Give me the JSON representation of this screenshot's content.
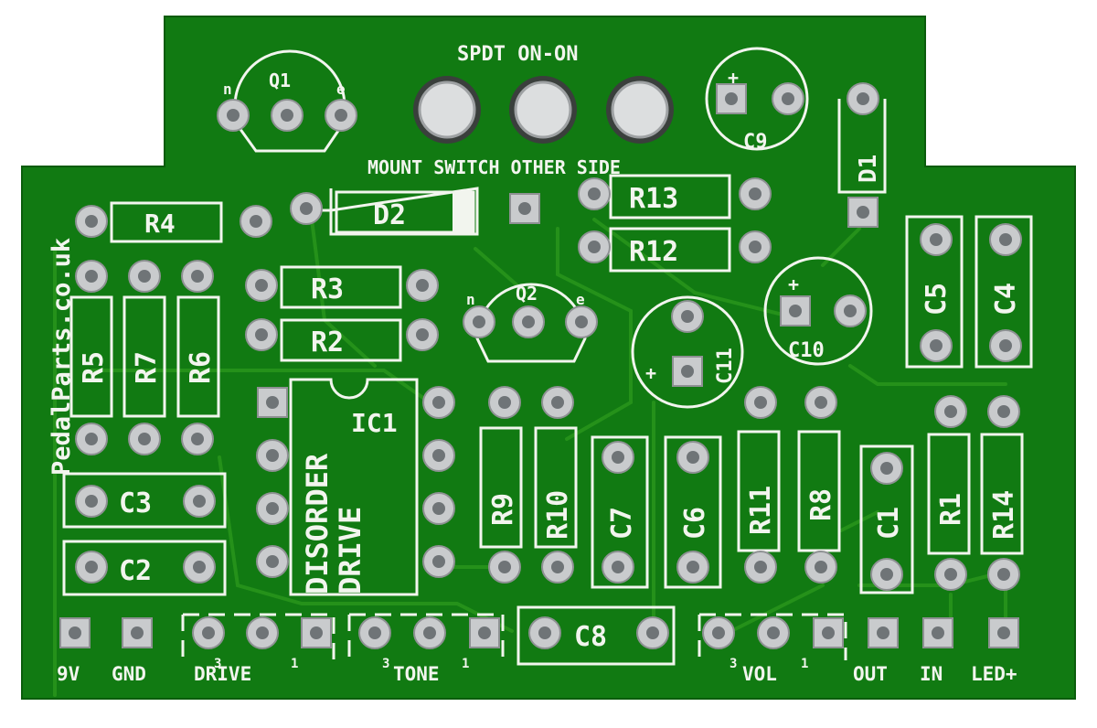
{
  "board": {
    "colors": {
      "soldermask": "#117a12",
      "silkscreen": "#f2f5ee",
      "pad": "#c9cbcd",
      "trace": "#2c9a1e"
    },
    "url_text": "PedalParts.co.uk",
    "switch_label": "SPDT ON-ON",
    "switch_note": "MOUNT SWITCH OTHER SIDE",
    "ic_label": "IC1",
    "ic_text_line1": "DISORDER",
    "ic_text_line2": "DRIVE",
    "labels": {
      "Q1": "Q1",
      "Q2": "Q2",
      "D1": "D1",
      "D2": "D2",
      "R1": "R1",
      "R2": "R2",
      "R3": "R3",
      "R4": "R4",
      "R5": "R5",
      "R6": "R6",
      "R7": "R7",
      "R8": "R8",
      "R9": "R9",
      "R10": "R10",
      "R11": "R11",
      "R12": "R12",
      "R13": "R13",
      "R14": "R14",
      "C1": "C1",
      "C2": "C2",
      "C3": "C3",
      "C4": "C4",
      "C5": "C5",
      "C6": "C6",
      "C7": "C7",
      "C8": "C8",
      "C9": "C9",
      "C10": "C10",
      "C11": "C11",
      "n": "n",
      "e": "e",
      "plus": "+",
      "pin3": "3",
      "pin1": "1"
    },
    "connectors": {
      "9v": "9V",
      "gnd": "GND",
      "drive": "DRIVE",
      "tone": "TONE",
      "vol": "VOL",
      "out": "OUT",
      "in": "IN",
      "led": "LED+"
    }
  }
}
